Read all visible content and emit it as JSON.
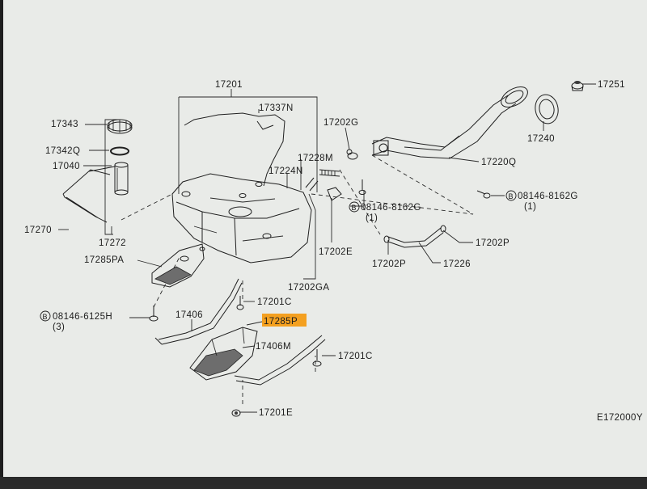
{
  "diagram_code": "E172000Y",
  "labels": {
    "p17201": "17201",
    "p17337N": "17337N",
    "p17343": "17343",
    "p17342Q": "17342Q",
    "p17040": "17040",
    "p17270": "17270",
    "p17272": "17272",
    "p17285PA": "17285PA",
    "p17224N": "17224N",
    "p17228M": "17228M",
    "p17202G": "17202G",
    "p17220Q": "17220Q",
    "p17240": "17240",
    "p17251": "17251",
    "p08146_8162G_a": "08146-8162G",
    "qty_a": "(1)",
    "p08146_8162G_b": "08146-8162G",
    "qty_b": "(1)",
    "p17202E": "17202E",
    "p17202P_a": "17202P",
    "p17202P_b": "17202P",
    "p17226": "17226",
    "p17202GA": "17202GA",
    "p08146_6125H": "08146-6125H",
    "qty_c": "(3)",
    "p17406": "17406",
    "p17201C_a": "17201C",
    "p17285P": "17285P",
    "p17406M": "17406M",
    "p17201C_b": "17201C",
    "p17201E": "17201E",
    "bolt_marker": "B"
  },
  "highlight_color": "#f4a020"
}
